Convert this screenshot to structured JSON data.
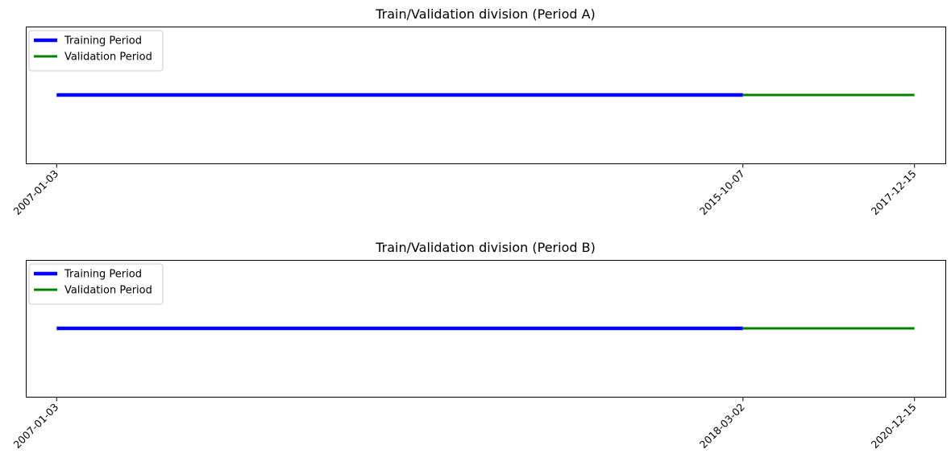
{
  "chart_data": [
    {
      "type": "line",
      "title": "Train/Validation division (Period A)",
      "xlabel": "",
      "ylabel": "",
      "x_ticks": [
        "2007-01-03",
        "2015-10-07",
        "2017-12-15"
      ],
      "series": [
        {
          "name": "Training Period",
          "color": "#0000ff",
          "x": [
            "2007-01-03",
            "2015-10-07"
          ],
          "y": [
            1,
            1
          ]
        },
        {
          "name": "Validation Period",
          "color": "#008000",
          "x": [
            "2015-10-07",
            "2017-12-15"
          ],
          "y": [
            1,
            1
          ]
        }
      ],
      "grid": false,
      "legend": "upper-left"
    },
    {
      "type": "line",
      "title": "Train/Validation division (Period B)",
      "xlabel": "",
      "ylabel": "",
      "x_ticks": [
        "2007-01-03",
        "2018-03-02",
        "2020-12-15"
      ],
      "series": [
        {
          "name": "Training Period",
          "color": "#0000ff",
          "x": [
            "2007-01-03",
            "2018-03-02"
          ],
          "y": [
            1,
            1
          ]
        },
        {
          "name": "Validation Period",
          "color": "#008000",
          "x": [
            "2018-03-02",
            "2020-12-15"
          ],
          "y": [
            1,
            1
          ]
        }
      ],
      "grid": false,
      "legend": "upper-left"
    }
  ]
}
